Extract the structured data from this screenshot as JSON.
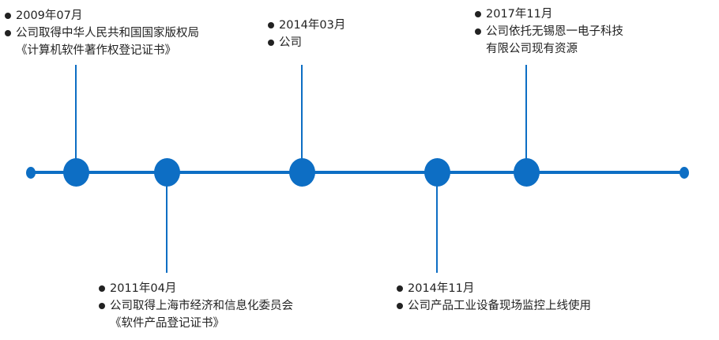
{
  "accent_color": "#0d6ec4",
  "events": [
    {
      "date": "2009年07月",
      "desc": "公司取得中华人民共和国国家版权局",
      "desc2": "《计算机软件著作权登记证书》"
    },
    {
      "date": "2011年04月",
      "desc": "公司取得上海市经济和信息化委员会",
      "desc2": "《软件产品登记证书》"
    },
    {
      "date": "2014年03月",
      "desc": "公司"
    },
    {
      "date": "2014年11月",
      "desc": "公司产品工业设备现场监控上线使用"
    },
    {
      "date": "2017年11月",
      "desc": "公司依托无锡恩一电子科技",
      "desc2": "有限公司现有资源"
    }
  ]
}
